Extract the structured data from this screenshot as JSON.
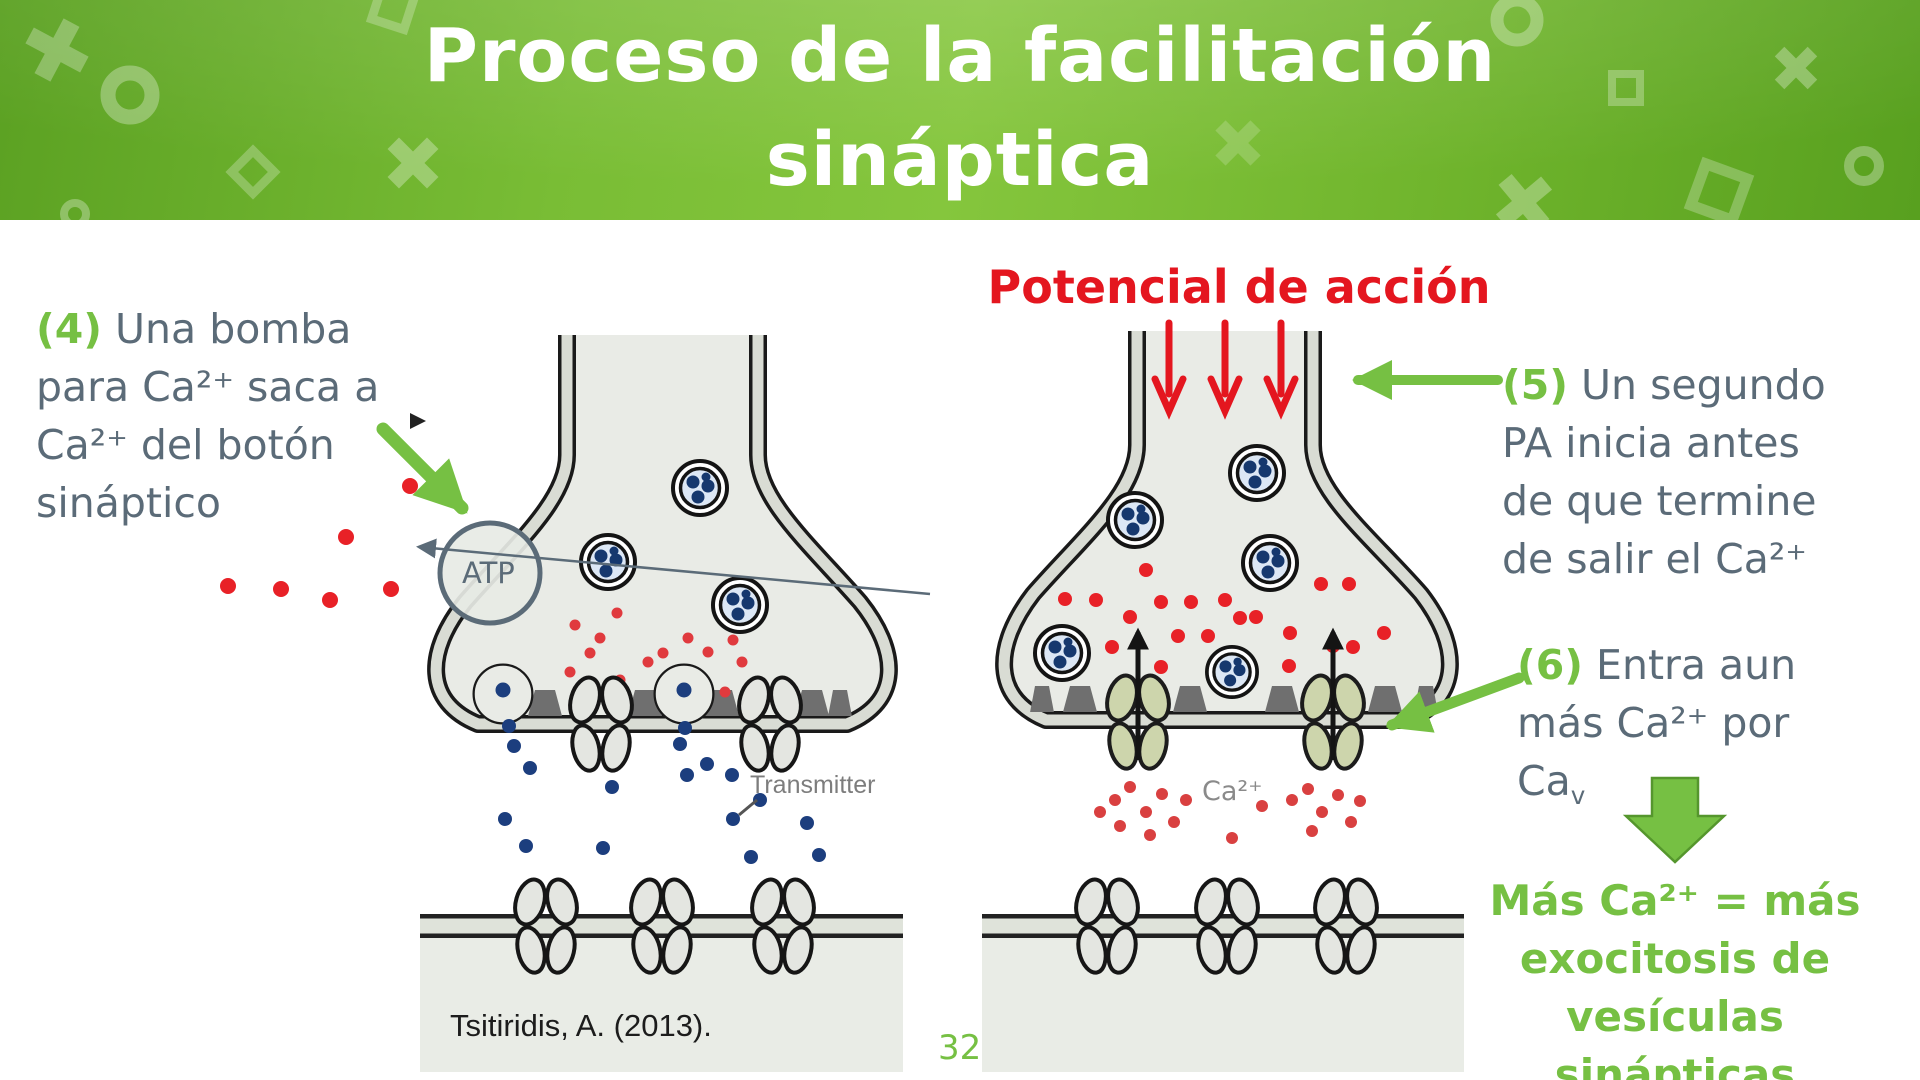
{
  "colors": {
    "accent": "#76c043",
    "red": "#e4161f",
    "slate": "#5b6b78",
    "header_green_light": "#85c63d",
    "header_green_dark": "#58a01f",
    "diagram_fill": "#e9ebe6",
    "membrane_black": "#1a1a1a",
    "navy_dot": "#1c3e7e",
    "calcium_red": "#e82127",
    "sage_channel": "#cdd5ac",
    "dense_projection_gray": "#6f6f6f",
    "label_gray": "#7d7d7d"
  },
  "header": {
    "title_lines": [
      "Proceso de la facilitación",
      "sináptica"
    ]
  },
  "annotations": {
    "a4": {
      "num": "(4)",
      "first": " Una bomba",
      "rest": [
        "para Ca²⁺ saca a",
        "Ca²⁺ del botón",
        "sináptico"
      ]
    },
    "a5": {
      "num": "(5)",
      "first": " Un segundo",
      "rest": [
        "PA inicia antes",
        "de que termine",
        "de salir el Ca²⁺"
      ]
    },
    "a6": {
      "num": "(6)",
      "first": " Entra aun",
      "rest": [
        "más Ca²⁺ por"
      ],
      "cav_base": "Ca",
      "cav_sub": "v"
    },
    "action_potential": "Potencial de acción",
    "conclusion_lines": [
      "Más Ca²⁺ = más",
      "exocitosis de",
      "vesículas",
      "sinápticas"
    ]
  },
  "diagram_labels": {
    "atp": "ATP",
    "transmitter": "Transmitter",
    "ca2": "Ca²⁺"
  },
  "citation": "Tsitiridis, A. (2013).",
  "page_number": "32"
}
